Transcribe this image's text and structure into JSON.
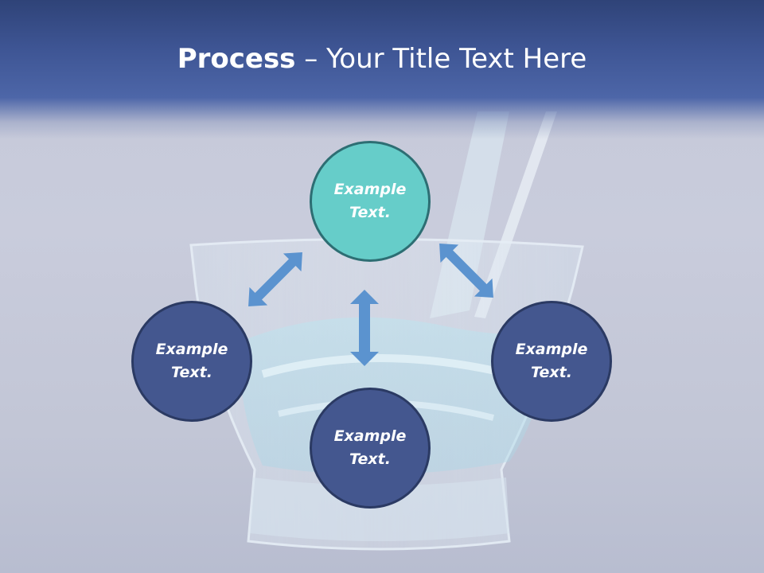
{
  "title": {
    "bold": "Process",
    "rest": " – Your Title Text Here"
  },
  "nodes": {
    "top": {
      "text": "Example Text."
    },
    "left": {
      "text": "Example Text."
    },
    "right": {
      "text": "Example Text."
    },
    "bottom": {
      "text": "Example Text."
    }
  },
  "colors": {
    "teal": "#66cdc9",
    "blue": "#44578f",
    "arrow": "#5b93cf",
    "header": "#3e5594"
  }
}
